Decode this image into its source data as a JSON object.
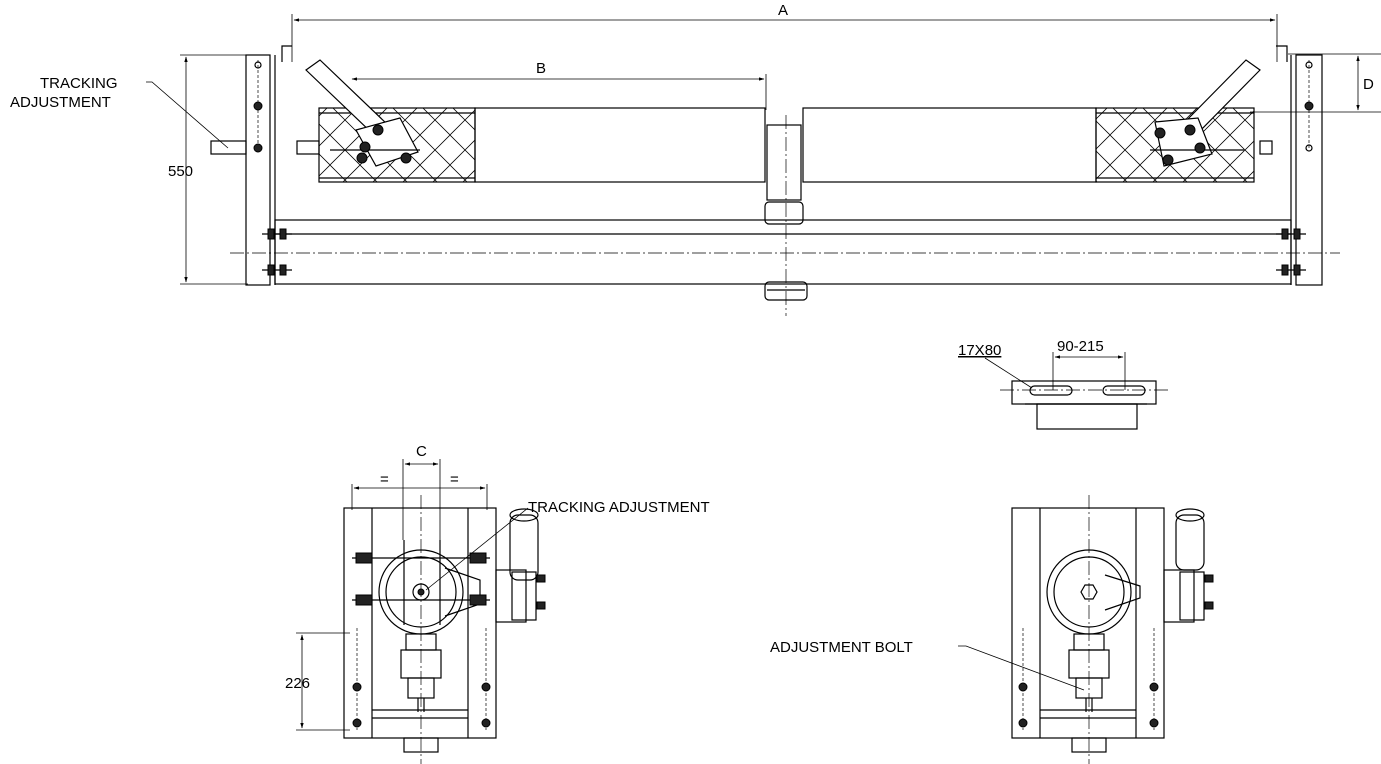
{
  "labels": {
    "tracking_adjustment_top_line1": "TRACKING",
    "tracking_adjustment_top_line2": "ADJUSTMENT",
    "tracking_adjustment_bottom": "TRACKING ADJUSTMENT",
    "adjustment_bolt": "ADJUSTMENT BOLT"
  },
  "dimensions": {
    "a": "A",
    "b": "B",
    "c": "C",
    "d": "D",
    "height_550": "550",
    "height_226": "226",
    "slot": "17X80",
    "slot_spacing": "90-215",
    "equal_left": "=",
    "equal_right": "="
  }
}
